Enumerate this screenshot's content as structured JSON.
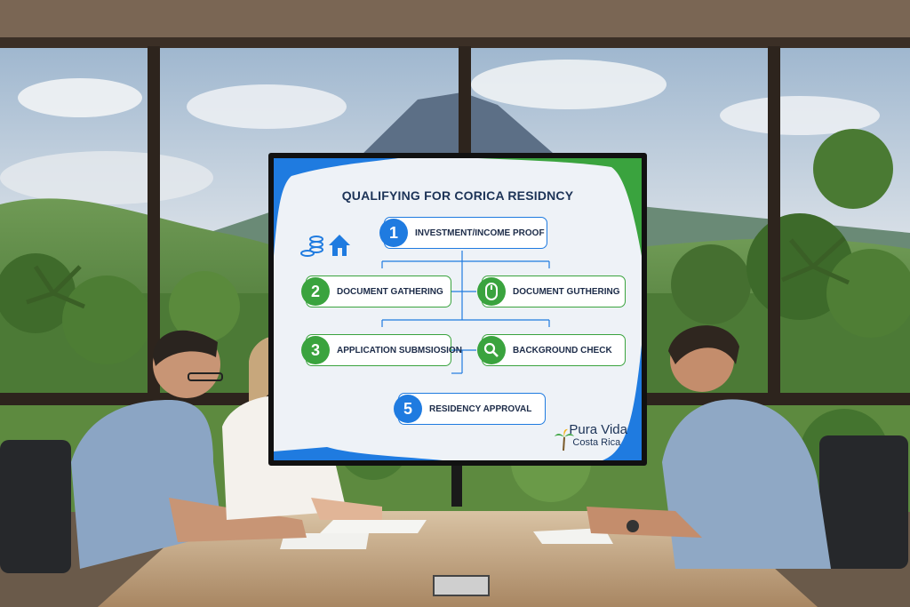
{
  "slide": {
    "title": "QUALIFYING FOR CORICA RESIDNCY",
    "steps": [
      {
        "number": "1",
        "label": "INVESTMENT/INCOME PROOF"
      },
      {
        "number": "2",
        "label": "DOCUMENT GATHERING"
      },
      {
        "number": "",
        "label": "DOCUMENT GUTHERING"
      },
      {
        "number": "3",
        "label": "APPLICATION SUBMSIOSION"
      },
      {
        "number": "",
        "label": "BACKGROUND CHECK"
      },
      {
        "number": "5",
        "label": "RESIDENCY APPROVAL"
      }
    ],
    "brand_line1": "Pura Vida",
    "brand_line2": "Costa Rica",
    "icons": [
      "coins-icon",
      "house-icon",
      "mouse-icon",
      "magnifier-icon",
      "palm-logo"
    ]
  },
  "colors": {
    "blue": "#1f7be0",
    "green": "#3aa33e",
    "navy": "#1c3357"
  }
}
